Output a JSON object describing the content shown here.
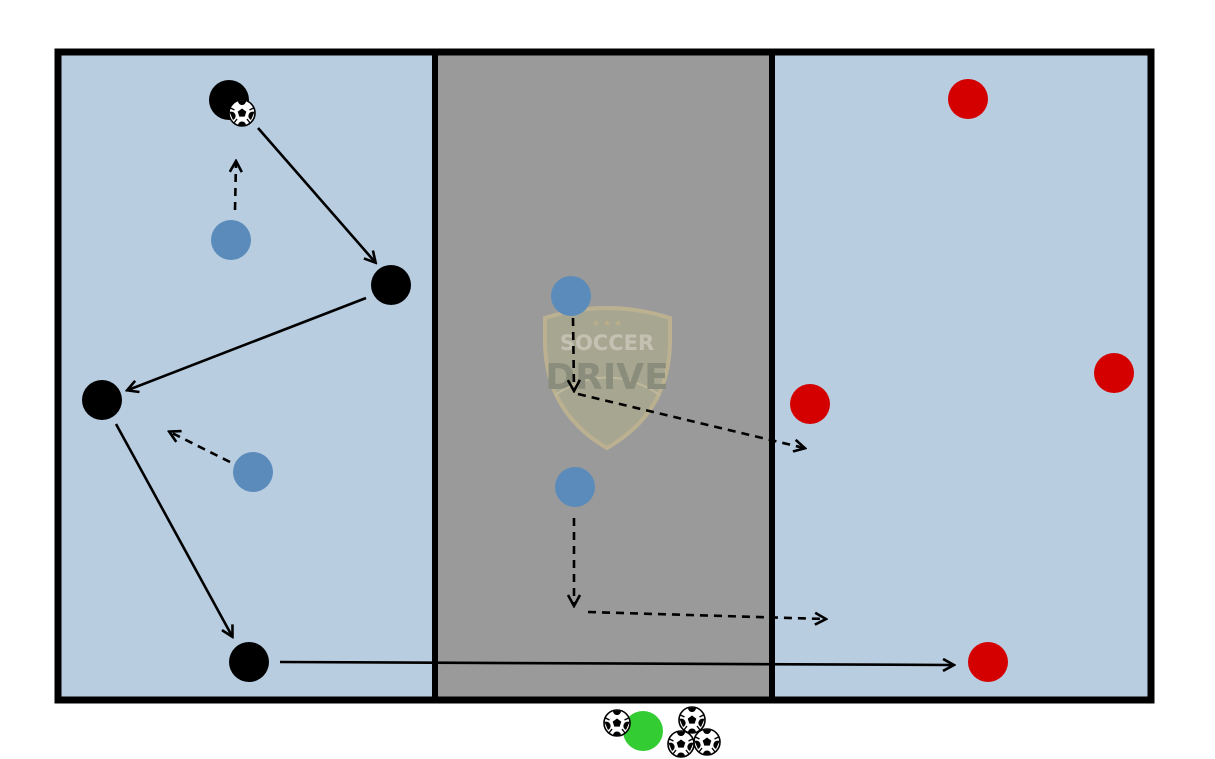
{
  "colors": {
    "zone_fill": "#b9cde1",
    "middle_fill": "#9a9a9a",
    "border": "#000000",
    "attacker": "#000000",
    "support": "#5a8bbb",
    "defender": "#d40000",
    "coach": "#33cc33",
    "logo": "#b5a16a"
  },
  "logo": {
    "line1": "SOCCER",
    "line2": "DRIVE",
    "stars": "★ ★ ★"
  },
  "players": {
    "attackers": 4,
    "support": 4,
    "defenders": 4,
    "coach": 1
  },
  "icons": [
    "soccer-ball-icon",
    "target-cone-icon"
  ]
}
